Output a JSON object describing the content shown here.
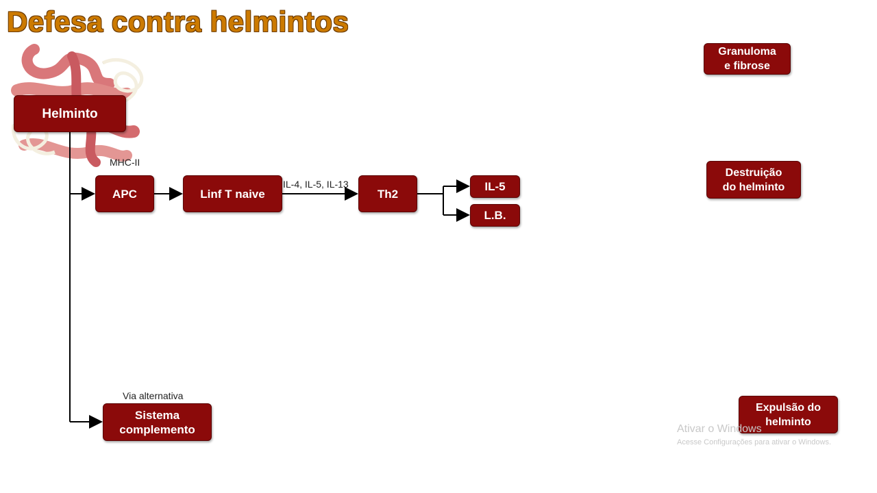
{
  "title": "Defesa contra helmintos",
  "nodes": {
    "helminto": "Helminto",
    "apc": "APC",
    "linf_t_naive": "Linf T naive",
    "th2": "Th2",
    "il5": "IL-5",
    "lb": "L.B.",
    "sistema_complemento": "Sistema\ncomplemento",
    "granuloma": "Granuloma\ne fibrose",
    "destruicao": "Destruição\ndo helminto",
    "expulsao": "Expulsão do\nhelminto"
  },
  "labels": {
    "mhc": "MHC-II",
    "cytokines": "IL-4, IL-5, IL-13",
    "via_alternativa": "Via alternativa"
  },
  "watermark": {
    "title": "Ativar o Windows",
    "subtitle": "Acesse Configurações para ativar o Windows."
  },
  "colors": {
    "title": "#cc7a00",
    "node_fill": "#8b0a0a",
    "arrow": "#000000"
  }
}
